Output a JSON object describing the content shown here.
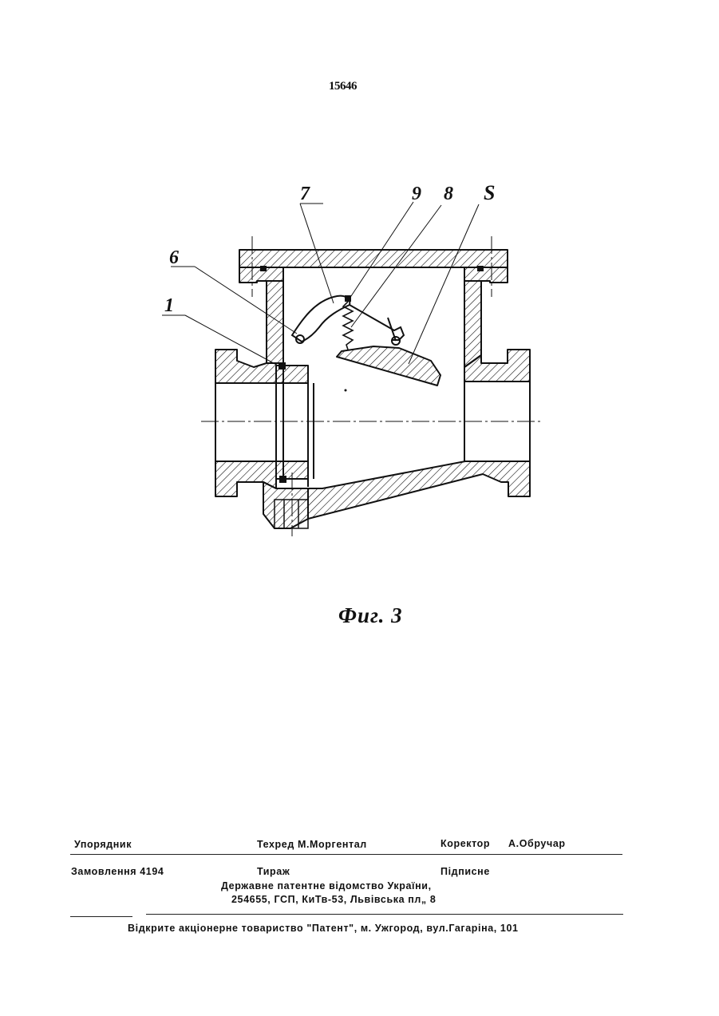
{
  "page": {
    "number": "15646"
  },
  "figure": {
    "caption": "Фиг. 3",
    "callouts": [
      "7",
      "9",
      "8",
      "S",
      "6",
      "1"
    ]
  },
  "imprint": {
    "compiler_label": "Упорядник",
    "tech_editor": "Техред М.Моргентал",
    "corrector_label": "Коректор",
    "corrector_name": "А.Обручар",
    "order": "Замовлення 4194",
    "circulation": "Тираж",
    "subscription": "Підписне",
    "office_line1": "Державне патентне відомство України,",
    "office_line2": "254655, ГСП, КиТв-53, Львівська пл„ 8",
    "publisher": "Відкрите акціонерне товариство  \"Патент\", м. Ужгород, вул.Гагаріна, 101"
  },
  "colors": {
    "ink": "#111111",
    "paper": "#ffffff"
  }
}
